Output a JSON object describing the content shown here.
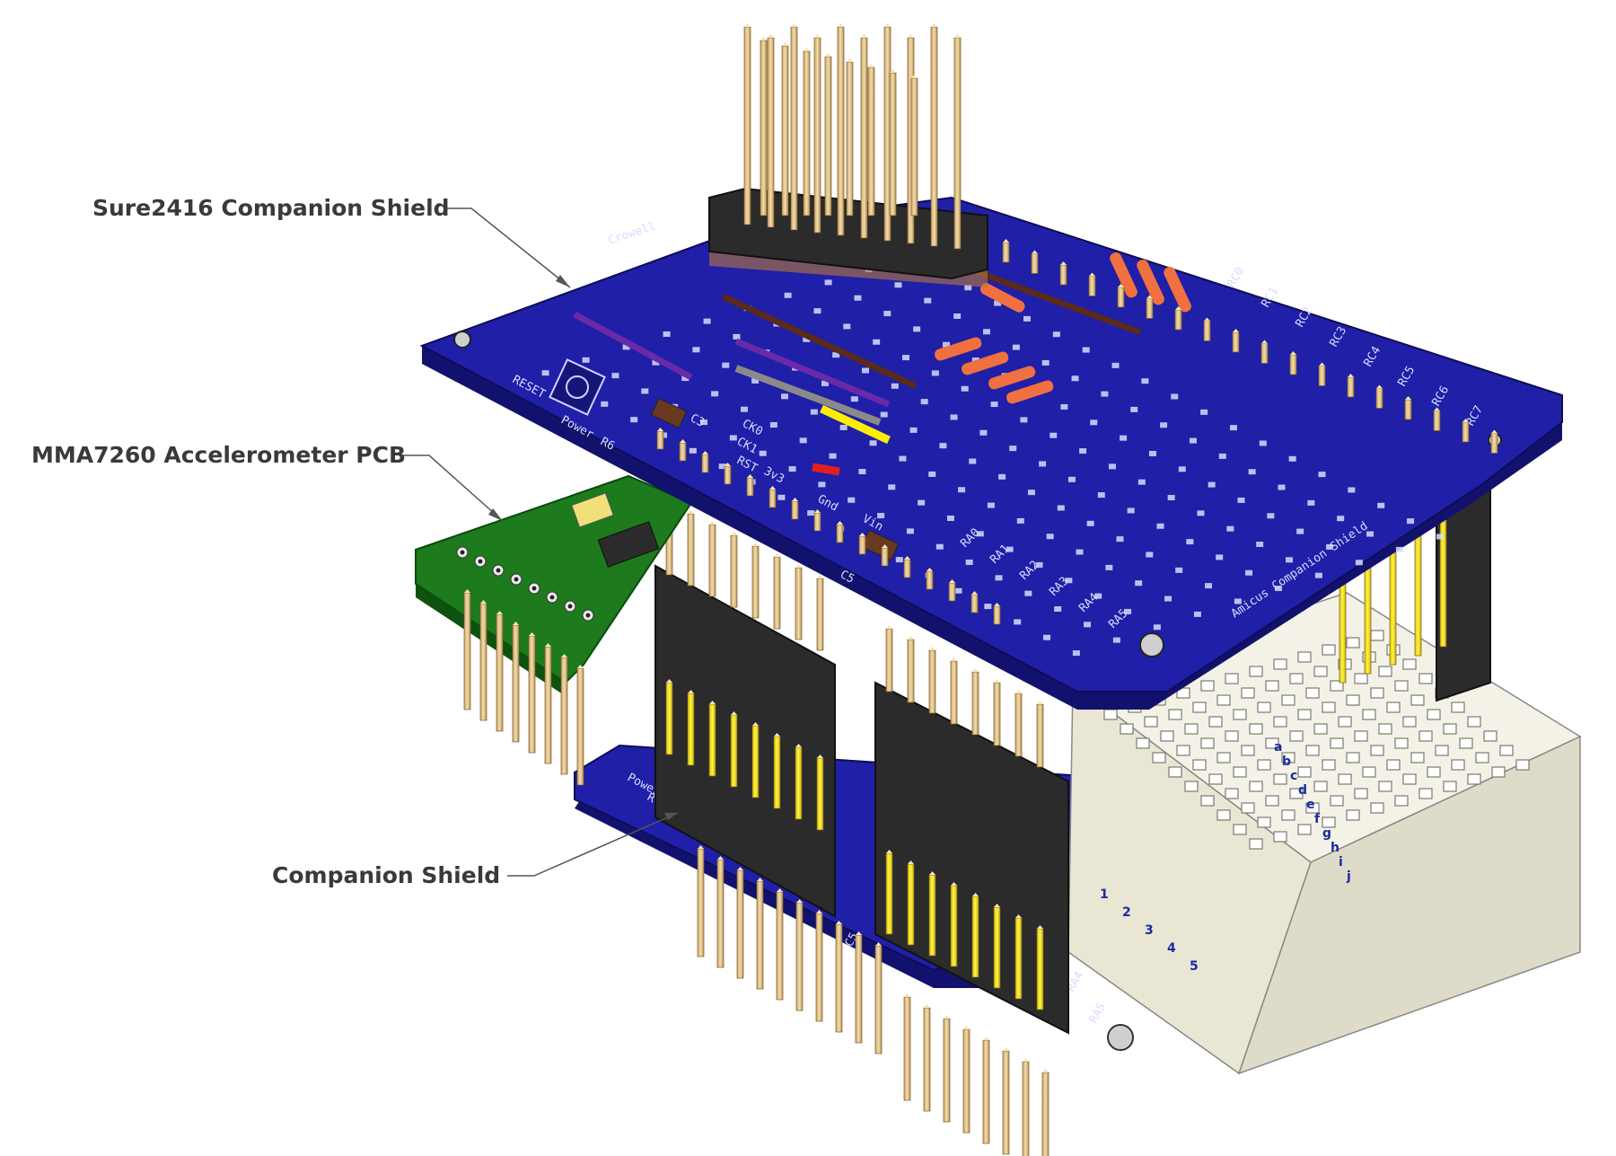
{
  "callouts": {
    "top": "Sure2416 Companion Shield",
    "middle": "MMA7260 Accelerometer PCB",
    "bottom": "Companion Shield"
  },
  "silkscreen": {
    "shield_name": "Amicus Companion Shield",
    "header_name": "Crowell",
    "reset": "RESET",
    "power": "Power",
    "r6": "R6",
    "c3": "C3",
    "c5": "C5",
    "ck0": "CK0",
    "ck1": "CK1",
    "rst": "RST",
    "v3": "3v3",
    "gnd": "Gnd",
    "vin": "Vin",
    "analog": [
      "RA0",
      "RA1",
      "RA2",
      "RA3",
      "RA4",
      "RA5"
    ],
    "digital": [
      "RC7",
      "RC6",
      "RC5",
      "RC4",
      "RC3",
      "RC2",
      "RC1",
      "RC0"
    ],
    "lower_power": "Power",
    "lower_r6": "R6",
    "lower_c5": "C5",
    "lower_ra4": "RA4",
    "lower_ra5": "RA5"
  },
  "breadboard": {
    "rows": [
      "1",
      "2",
      "3",
      "4",
      "5"
    ],
    "cols": [
      "j",
      "i",
      "h",
      "g",
      "f",
      "e",
      "d",
      "c",
      "b",
      "a"
    ]
  },
  "colors": {
    "pcb_blue": "#1f1fa8",
    "pcb_edge": "#12126e",
    "accel_green": "#1d7a1d",
    "header_black": "#2b2b2b",
    "pin_gold": "#e8c98a",
    "breadboard": "#eeece0",
    "wire_purple": "#6a2aa8",
    "wire_brown": "#5a2a1a",
    "wire_yellow": "#ffee00",
    "resistor": "#f07040"
  }
}
